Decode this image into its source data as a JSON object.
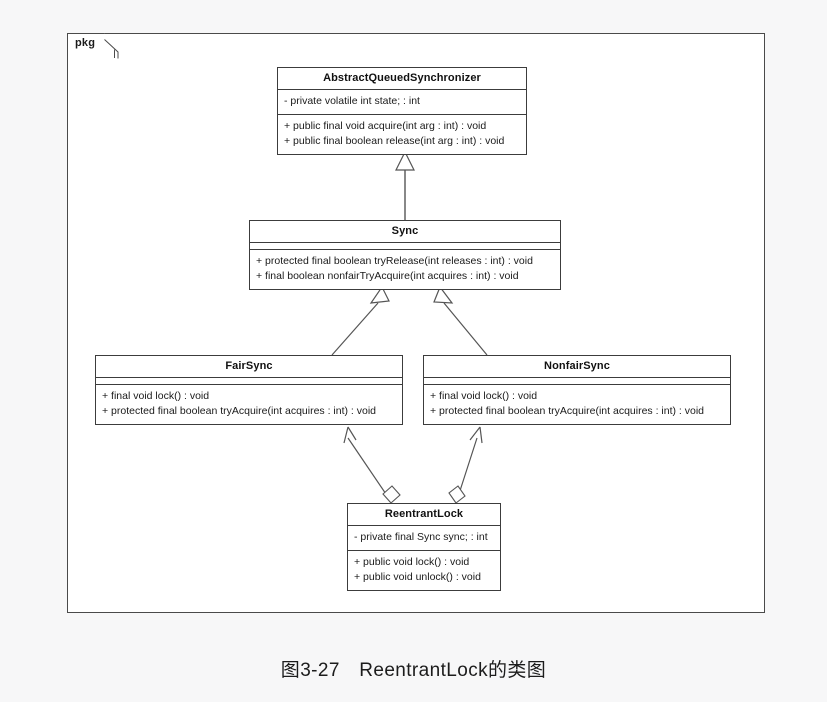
{
  "figure": {
    "caption": "图3-27　ReentrantLock的类图",
    "package_label": "pkg",
    "background_color": "#f7f7f8",
    "frame_color": "#4a4a4a",
    "box_border_color": "#3c3c3c",
    "box_fill_color": "#ffffff"
  },
  "classes": {
    "aqs": {
      "name": "AbstractQueuedSynchronizer",
      "attributes": [
        "- private volatile int state; : int"
      ],
      "methods": [
        "+ public final void acquire(int arg : int) : void",
        "+ public final boolean release(int arg : int) : void"
      ]
    },
    "sync": {
      "name": "Sync",
      "attributes": [],
      "methods": [
        "+ protected final boolean tryRelease(int releases : int) : void",
        "+ final boolean nonfairTryAcquire(int acquires : int) : void"
      ]
    },
    "fairsync": {
      "name": "FairSync",
      "attributes": [],
      "methods": [
        "+ final void lock() : void",
        "+ protected final boolean tryAcquire(int acquires : int) : void"
      ]
    },
    "nonfairsync": {
      "name": "NonfairSync",
      "attributes": [],
      "methods": [
        "+ final void lock() : void",
        "+ protected final boolean tryAcquire(int acquires : int) : void"
      ]
    },
    "reentrantlock": {
      "name": "ReentrantLock",
      "attributes": [
        "- private final Sync sync; : int"
      ],
      "methods": [
        "+ public void lock() : void",
        "+ public void unlock() : void"
      ]
    }
  },
  "relationships": [
    {
      "from": "Sync",
      "to": "AbstractQueuedSynchronizer",
      "type": "generalization"
    },
    {
      "from": "FairSync",
      "to": "Sync",
      "type": "generalization"
    },
    {
      "from": "NonfairSync",
      "to": "Sync",
      "type": "generalization"
    },
    {
      "from": "ReentrantLock",
      "to": "FairSync",
      "type": "aggregation"
    },
    {
      "from": "ReentrantLock",
      "to": "NonfairSync",
      "type": "aggregation"
    }
  ]
}
